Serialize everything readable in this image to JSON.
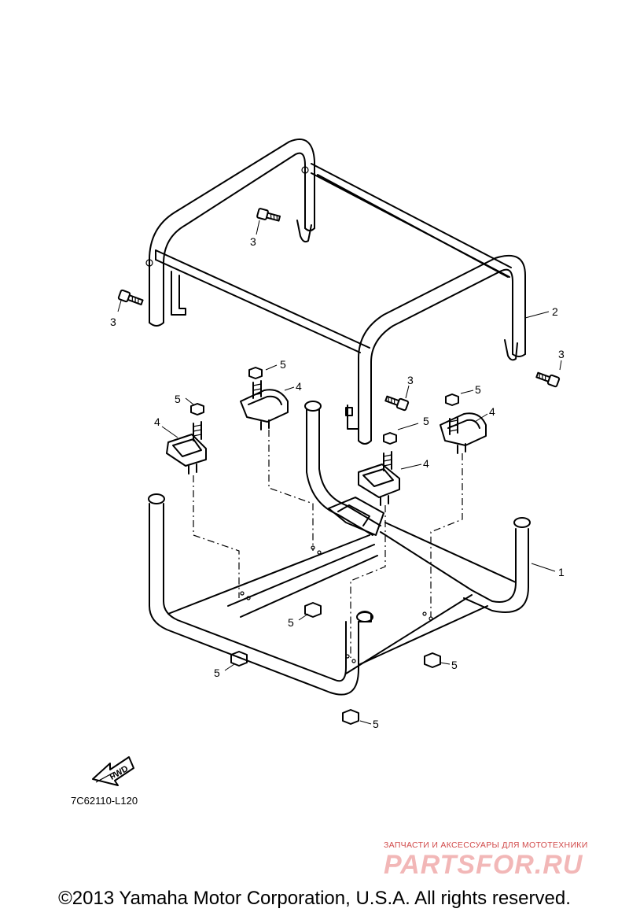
{
  "callouts": {
    "frame_lower": "1",
    "frame_upper": "2",
    "bolt": "3",
    "damper": "4",
    "nut": "5"
  },
  "fwd_arrow_label": "FWD",
  "drawing_code": "7C62110-L120",
  "watermark": {
    "tagline": "ЗАПЧАСТИ И АКСЕССУАРЫ ДЛЯ МОТОТЕХНИКИ",
    "logo": "PARTSFOR.RU"
  },
  "copyright": "©2013 Yamaha Motor Corporation, U.S.A. All rights reserved."
}
